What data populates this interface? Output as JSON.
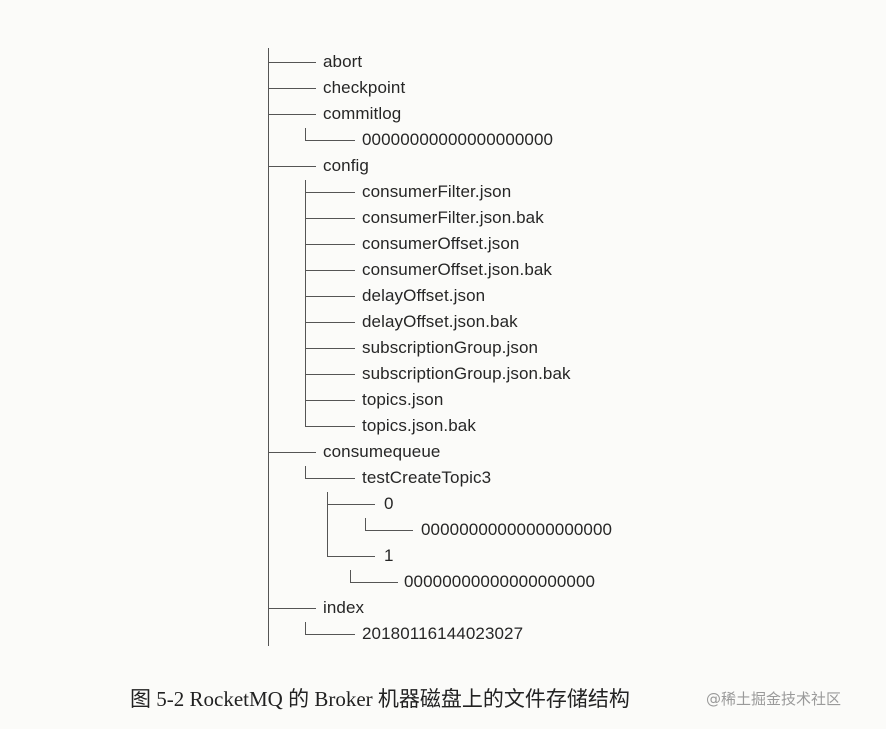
{
  "tree": {
    "abort": "abort",
    "checkpoint": "checkpoint",
    "commitlog": "commitlog",
    "commitlog_file": "00000000000000000000",
    "config": "config",
    "config_files": [
      "consumerFilter.json",
      "consumerFilter.json.bak",
      "consumerOffset.json",
      "consumerOffset.json.bak",
      "delayOffset.json",
      "delayOffset.json.bak",
      "subscriptionGroup.json",
      "subscriptionGroup.json.bak",
      "topics.json",
      "topics.json.bak"
    ],
    "consumequeue": "consumequeue",
    "topic": "testCreateTopic3",
    "queue0": "0",
    "queue0_file": "00000000000000000000",
    "queue1": "1",
    "queue1_file": "00000000000000000000",
    "index": "index",
    "index_file": "20180116144023027"
  },
  "caption": "图 5-2   RocketMQ 的 Broker 机器磁盘上的文件存储结构",
  "watermark": "@稀土掘金技术社区"
}
